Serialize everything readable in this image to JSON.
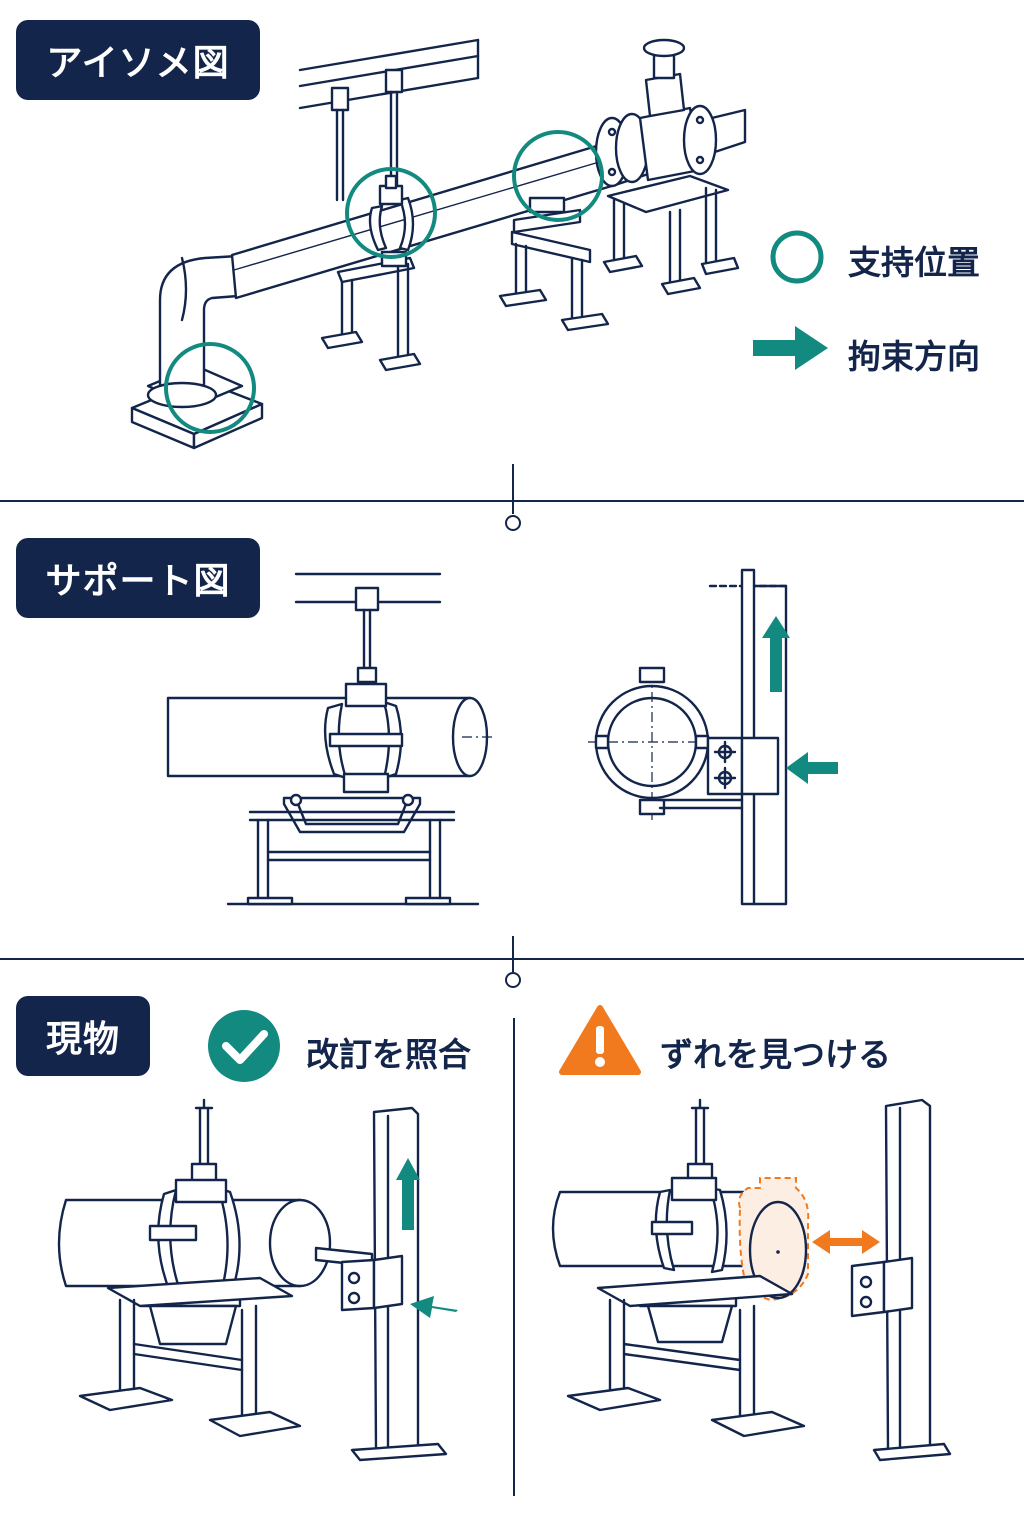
{
  "sections": {
    "isometric": {
      "tag": "アイソメ図",
      "legend": {
        "support_position": "支持位置",
        "restraint_direction": "拘束方向"
      }
    },
    "support": {
      "tag": "サポート図"
    },
    "actual": {
      "tag": "現物",
      "check_revision": "改訂を照合",
      "find_deviation": "ずれを見つける"
    }
  },
  "colors": {
    "navy": "#13254a",
    "teal": "#138a80",
    "orange": "#f07a1d"
  },
  "icons": {
    "support_marker": "circle-icon",
    "restraint_marker": "arrow-right-icon",
    "ok": "check-circle-icon",
    "warning": "warning-triangle-icon"
  }
}
